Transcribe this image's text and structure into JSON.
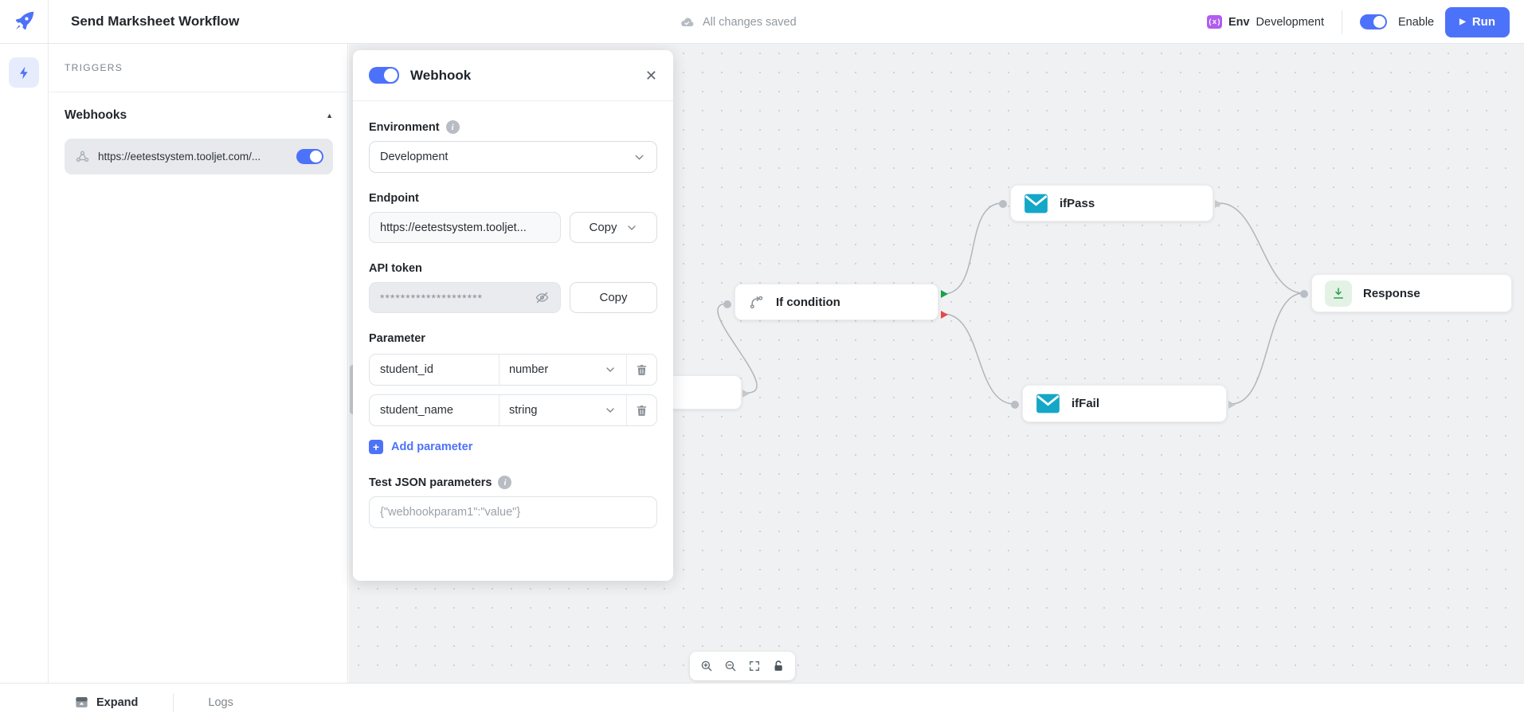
{
  "header": {
    "title": "Send Marksheet Workflow",
    "save_status": "All changes saved",
    "env_label": "Env",
    "env_value": "Development",
    "enable_label": "Enable",
    "run_label": "Run"
  },
  "sidebar": {
    "triggers_label": "TRIGGERS",
    "webhooks_label": "Webhooks",
    "webhook_url": "https://eetestsystem.tooljet.com/...",
    "webhook_enabled": true
  },
  "panel": {
    "title": "Webhook",
    "enabled": true,
    "environment": {
      "label": "Environment",
      "value": "Development"
    },
    "endpoint": {
      "label": "Endpoint",
      "value": "https://eetestsystem.tooljet...",
      "copy_label": "Copy"
    },
    "api_token": {
      "label": "API token",
      "masked_value": "********************",
      "copy_label": "Copy"
    },
    "parameters": {
      "label": "Parameter",
      "rows": [
        {
          "name": "student_id",
          "type": "number"
        },
        {
          "name": "student_name",
          "type": "string"
        }
      ],
      "add_label": "Add parameter"
    },
    "test_json": {
      "label": "Test JSON parameters",
      "placeholder": "{\"webhookparam1\":\"value\"}"
    }
  },
  "canvas": {
    "nodes": {
      "if_condition": "If condition",
      "if_pass": "ifPass",
      "if_fail": "ifFail",
      "response": "Response"
    }
  },
  "footer": {
    "expand_label": "Expand",
    "logs_label": "Logs"
  },
  "icons": {
    "close_glyph": "✕",
    "caret_up_glyph": "▲",
    "plus_glyph": "+",
    "info_glyph": "i",
    "env_badge_glyph": "(x)",
    "play_glyph": "▶"
  },
  "colors": {
    "accent_blue": "#4d72fa",
    "env_purple": "#b05df0",
    "success_green": "#18a34a",
    "fail_red": "#e5484d",
    "mail_cyan": "#14a7c7",
    "canvas_bg": "#f0f1f2"
  }
}
